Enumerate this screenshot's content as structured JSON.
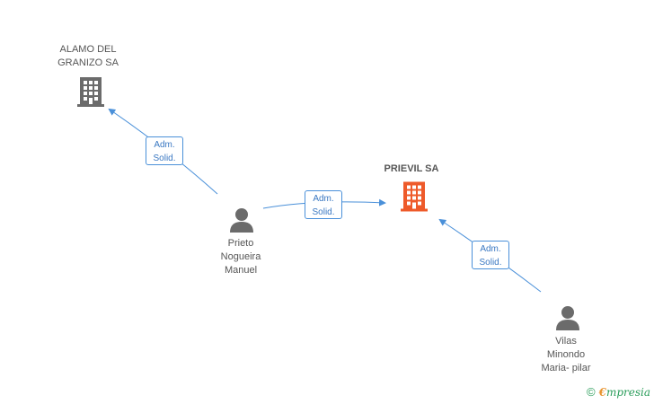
{
  "nodes": {
    "alamo": {
      "label": "ALAMO DEL\nGRANIZO SA",
      "kind": "company",
      "color": "#6b6b6b"
    },
    "prievil": {
      "label": "PRIEVIL SA",
      "kind": "company-main",
      "color": "#ee5a2a"
    },
    "prieto": {
      "label": "Prieto\nNogueira\nManuel",
      "kind": "person",
      "color": "#6b6b6b"
    },
    "vilas": {
      "label": "Vilas\nMinondo\nMaria- pilar",
      "kind": "person",
      "color": "#6b6b6b"
    }
  },
  "edges": [
    {
      "label": "Adm.\nSolid.",
      "from": "prieto",
      "to": "alamo"
    },
    {
      "label": "Adm.\nSolid.",
      "from": "prieto",
      "to": "prievil"
    },
    {
      "label": "Adm.\nSolid.",
      "from": "vilas",
      "to": "prievil"
    }
  ],
  "colors": {
    "edge": "#4a90d9",
    "edge_text": "#3a78c2"
  },
  "brand": {
    "copyright": "©",
    "e": "€",
    "rest": "mpresia"
  }
}
